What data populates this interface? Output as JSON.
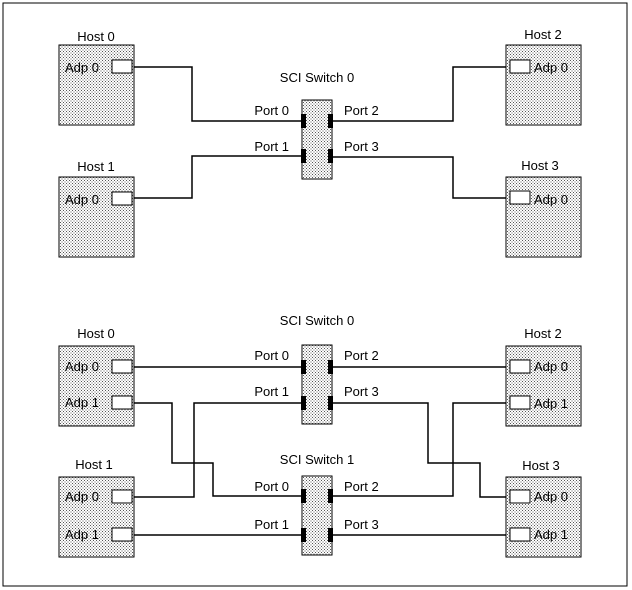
{
  "colors": {
    "line": "#000000",
    "box_fill": "#dcdcdc",
    "background": "#ffffff"
  },
  "top": {
    "switch0": {
      "title": "SCI Switch 0",
      "ports": [
        "Port 0",
        "Port 1",
        "Port 2",
        "Port 3"
      ]
    },
    "host0": {
      "label": "Host 0",
      "adapter": "Adp 0"
    },
    "host1": {
      "label": "Host 1",
      "adapter": "Adp 0"
    },
    "host2": {
      "label": "Host 2",
      "adapter": "Adp 0"
    },
    "host3": {
      "label": "Host 3",
      "adapter": "Adp 0"
    }
  },
  "bottom": {
    "switch0": {
      "title": "SCI Switch 0",
      "ports": [
        "Port 0",
        "Port 1",
        "Port 2",
        "Port 3"
      ]
    },
    "switch1": {
      "title": "SCI Switch 1",
      "ports": [
        "Port 0",
        "Port 1",
        "Port 2",
        "Port 3"
      ]
    },
    "host0": {
      "label": "Host 0",
      "adapters": [
        "Adp 0",
        "Adp 1"
      ]
    },
    "host1": {
      "label": "Host 1",
      "adapters": [
        "Adp 0",
        "Adp 1"
      ]
    },
    "host2": {
      "label": "Host 2",
      "adapters": [
        "Adp 0",
        "Adp 1"
      ]
    },
    "host3": {
      "label": "Host 3",
      "adapters": [
        "Adp 0",
        "Adp 1"
      ]
    }
  }
}
